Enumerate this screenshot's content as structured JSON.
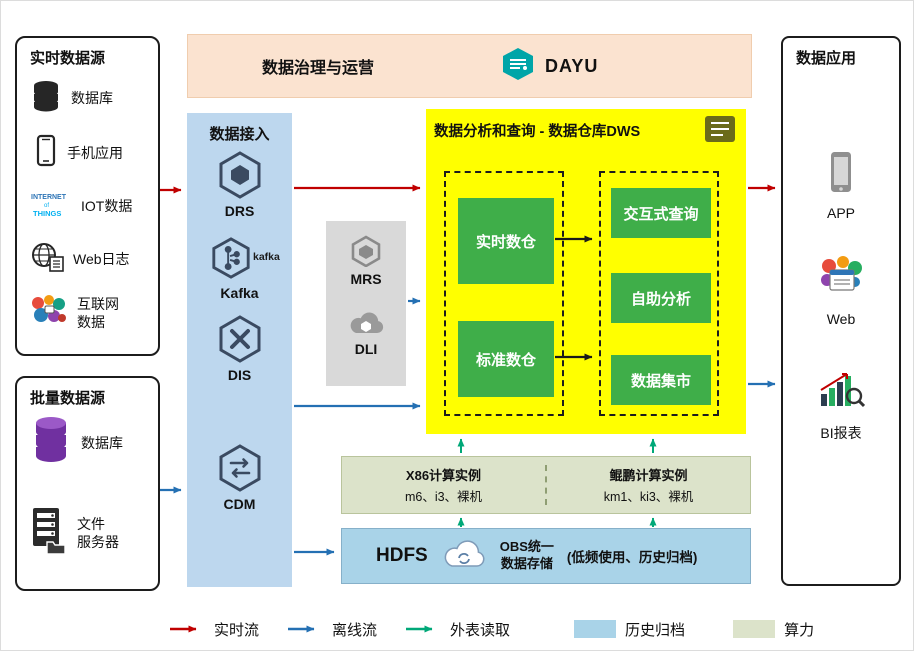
{
  "colors": {
    "realtime_flow": "#c00000",
    "offline_flow": "#2470b3",
    "external_table_read": "#00a878",
    "history_archive_fill": "#a9d3e8",
    "compute_fill": "#dce3ca",
    "dws_fill": "#ffff00",
    "module_green": "#3fae49",
    "ingestion_fill": "#bdd7ee",
    "governance_fill": "#fbe3d0"
  },
  "realtime_sources": {
    "title": "实时数据源",
    "items": [
      {
        "label": "数据库"
      },
      {
        "label": "手机应用"
      },
      {
        "label": "IOT数据"
      },
      {
        "label": "Web日志"
      },
      {
        "label": "互联网\n数据"
      }
    ],
    "iot_words": [
      "INTERNET",
      "of",
      "THINGS"
    ]
  },
  "batch_sources": {
    "title": "批量数据源",
    "items": [
      {
        "label": "数据库"
      },
      {
        "label": "文件\n服务器"
      }
    ]
  },
  "governance": {
    "title": "数据治理与运营",
    "brand": "DAYU"
  },
  "ingestion": {
    "title": "数据接入",
    "drs": "DRS",
    "kafka": "Kafka",
    "kafka_wordmark": "kafka",
    "dis": "DIS",
    "cdm": "CDM"
  },
  "analytics_services": {
    "mrs": "MRS",
    "dli": "DLI"
  },
  "dws": {
    "title": "数据分析和查询 - 数据仓库DWS",
    "warehouses": [
      "实时数仓",
      "标准数仓"
    ],
    "services": [
      "交互式查询",
      "自助分析",
      "数据集市"
    ]
  },
  "compute": {
    "x86_title": "X86计算实例",
    "x86_models": "m6、i3、裸机",
    "kunpeng_title": "鲲鹏计算实例",
    "kunpeng_models": "km1、ki3、裸机"
  },
  "storage": {
    "hdfs": "HDFS",
    "obs": "OBS统一\n数据存储",
    "note": "(低频使用、历史归档)"
  },
  "applications": {
    "title": "数据应用",
    "items": [
      {
        "label": "APP"
      },
      {
        "label": "Web"
      },
      {
        "label": "BI报表"
      }
    ]
  },
  "legend": {
    "realtime": "实时流",
    "offline": "离线流",
    "external": "外表读取",
    "archive": "历史归档",
    "compute": "算力"
  }
}
